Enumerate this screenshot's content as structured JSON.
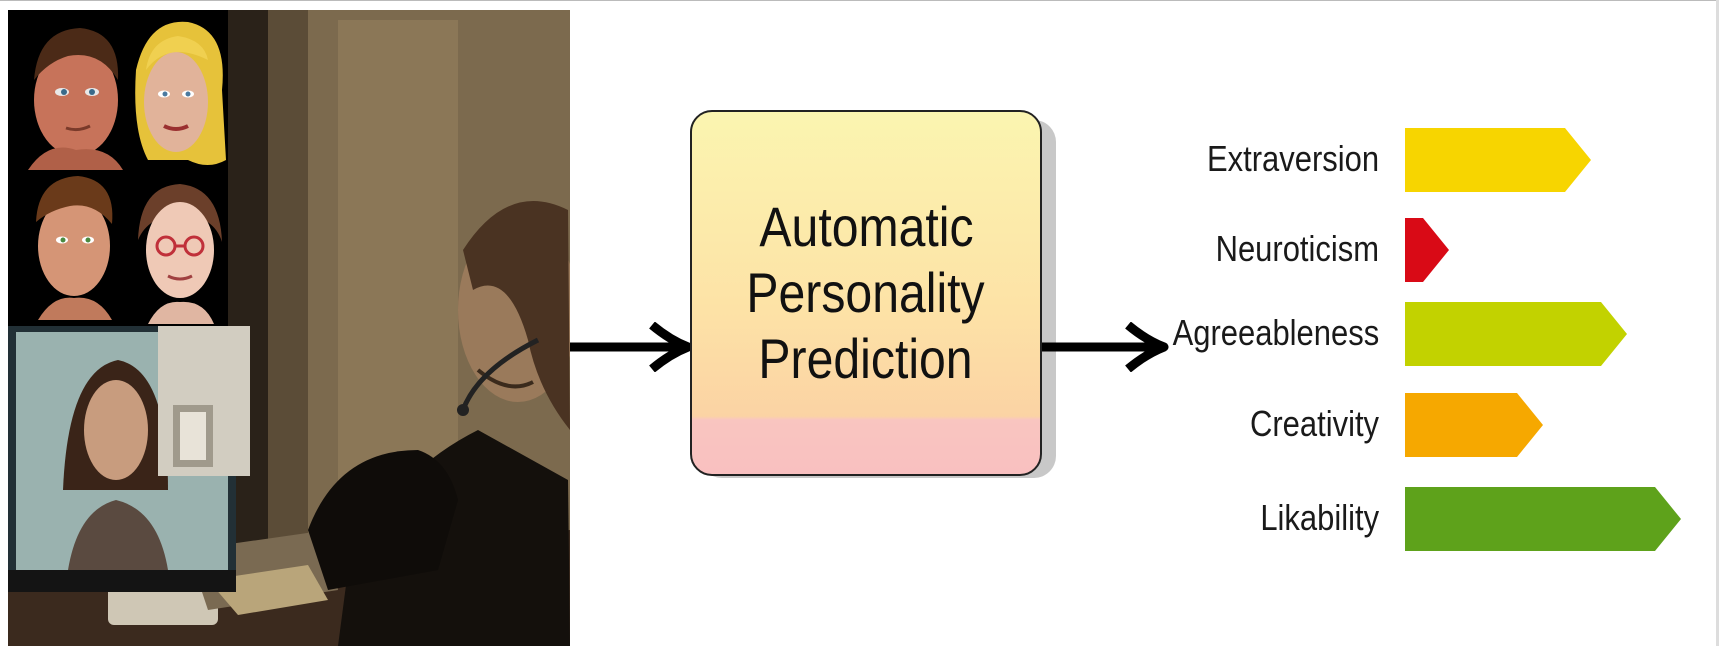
{
  "process": {
    "lines": [
      "Automatic",
      "Personality",
      "Prediction"
    ]
  },
  "chart_data": {
    "type": "bar",
    "categories": [
      "Extraversion",
      "Neuroticism",
      "Agreeableness",
      "Creativity",
      "Likability"
    ],
    "values": [
      0.62,
      0.14,
      0.74,
      0.46,
      0.92
    ],
    "colors": [
      "#f7d500",
      "#d90a16",
      "#c2d200",
      "#f6a800",
      "#5ea21b"
    ]
  },
  "colors": {
    "box_top": "#fbf5b0",
    "box_bottom": "#f9c0c0",
    "arrow": "#000000"
  }
}
